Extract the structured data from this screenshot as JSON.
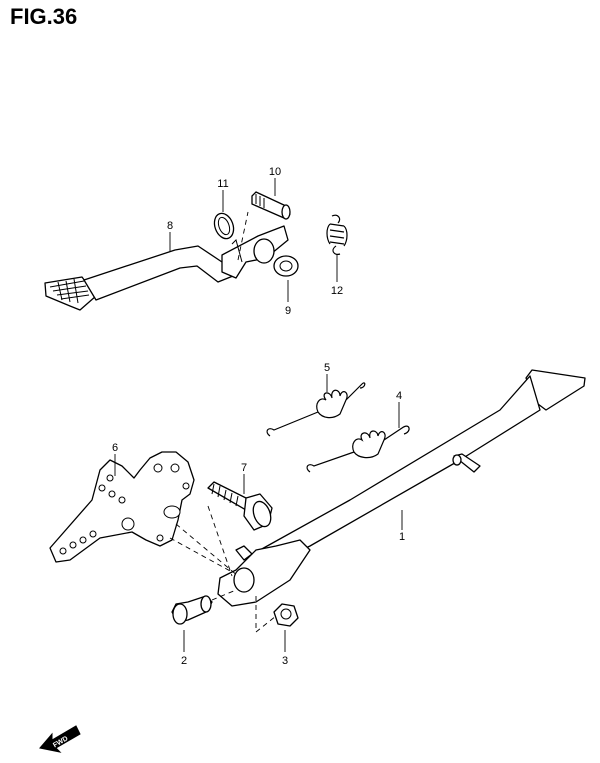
{
  "figure": {
    "title": "FIG.36"
  },
  "parts": [
    {
      "ref": "1"
    },
    {
      "ref": "2"
    },
    {
      "ref": "3"
    },
    {
      "ref": "4"
    },
    {
      "ref": "5"
    },
    {
      "ref": "6"
    },
    {
      "ref": "7"
    },
    {
      "ref": "8"
    },
    {
      "ref": "9"
    },
    {
      "ref": "10"
    },
    {
      "ref": "11"
    },
    {
      "ref": "12"
    }
  ],
  "direction_indicator": {
    "label": "FWD"
  }
}
